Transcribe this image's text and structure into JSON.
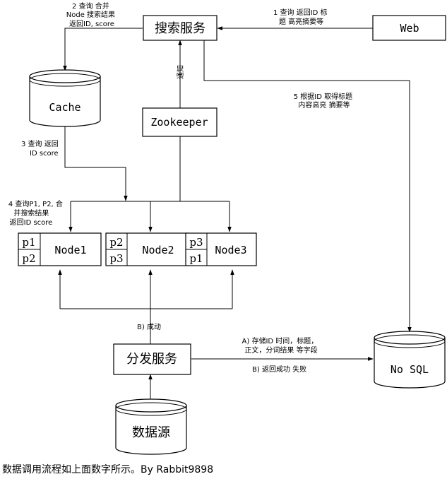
{
  "nodes": {
    "search": "搜索服务",
    "web": "Web",
    "cache": "Cache",
    "zookeeper": "Zookeeper",
    "node1": {
      "label": "Node1",
      "top": "p1",
      "bottom": "p2"
    },
    "node2": {
      "label": "Node2",
      "top": "p2",
      "bottom": "p3"
    },
    "node3": {
      "label": "Node3",
      "top": "p3",
      "bottom": "p1"
    },
    "distribute": "分发服务",
    "datasource": "数据源",
    "nosql": "No SQL"
  },
  "labels": {
    "step1": [
      "1 查询 返回ID 标",
      "题 高亮摘要等"
    ],
    "step2": [
      "2 查询 合并",
      "Node 搜索结果",
      "返回ID, score"
    ],
    "step3": [
      "3 查询  返回",
      "ID score"
    ],
    "step4": [
      "4 查询P1, P2, 合",
      "并搜索结果",
      "返回ID score"
    ],
    "step5": [
      "5 根据ID 取得标题",
      "内容高亮 摘要等"
    ],
    "notify": "通知",
    "success": "B) 成动",
    "storeA": [
      "A) 存储ID 时间，标题，",
      "正文，分词结果 等字段"
    ],
    "storeB": "B) 返回成功 失败"
  },
  "footer": "数据调用流程如上面数字所示。By Rabbit9898"
}
